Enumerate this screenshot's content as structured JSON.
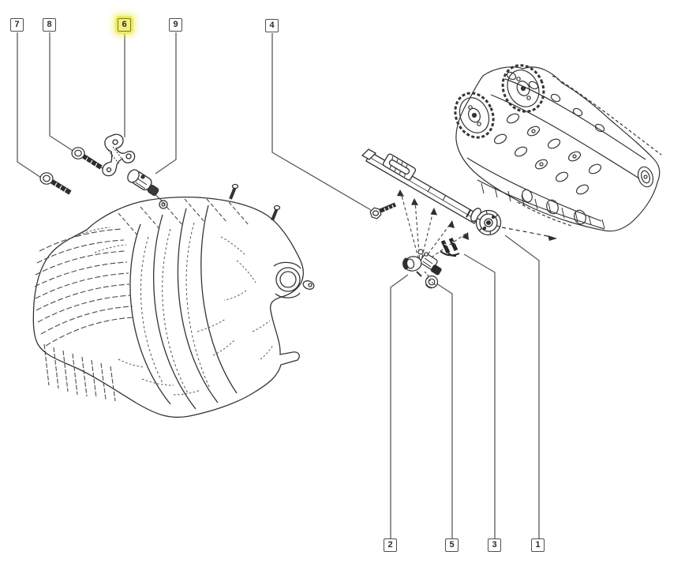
{
  "diagram": {
    "background_color": "#ffffff",
    "line_color": "#3a3a3a",
    "leader_color": "#5a5a5a",
    "highlight_color": "#eeea5a",
    "callouts": [
      {
        "label": "7",
        "highlighted": false
      },
      {
        "label": "8",
        "highlighted": false
      },
      {
        "label": "6",
        "highlighted": true
      },
      {
        "label": "9",
        "highlighted": false
      },
      {
        "label": "4",
        "highlighted": false
      },
      {
        "label": "2",
        "highlighted": false
      },
      {
        "label": "5",
        "highlighted": false
      },
      {
        "label": "3",
        "highlighted": false
      },
      {
        "label": "1",
        "highlighted": false
      }
    ]
  }
}
